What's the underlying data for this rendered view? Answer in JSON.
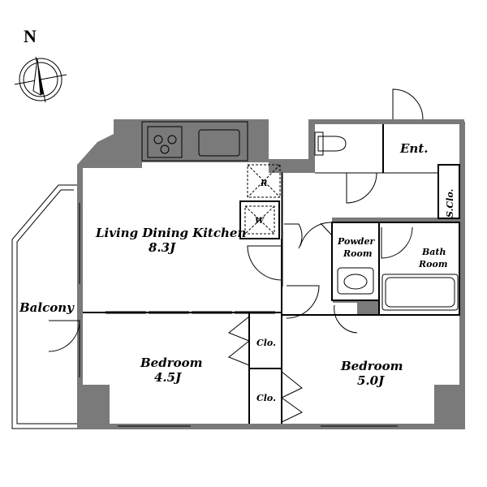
{
  "compass": {
    "north_label": "N"
  },
  "rooms": {
    "ldk": {
      "name": "Living Dining Kitchen",
      "size": "8.3J"
    },
    "balcony": {
      "name": "Balcony"
    },
    "bedroom_west": {
      "name": "Bedroom",
      "size": "4.5J"
    },
    "bedroom_east": {
      "name": "Bedroom",
      "size": "5.0J"
    },
    "entrance": {
      "name": "Ent."
    },
    "shoe_closet": {
      "name": "S.Clo."
    },
    "powder_room": {
      "name_line1": "Powder",
      "name_line2": "Room"
    },
    "bath_room": {
      "name_line1": "Bath",
      "name_line2": "Room"
    },
    "closet_upper": {
      "name": "Clo."
    },
    "closet_lower": {
      "name": "Clo."
    }
  },
  "fixtures": {
    "refrigerator": "R",
    "washer": "W"
  }
}
